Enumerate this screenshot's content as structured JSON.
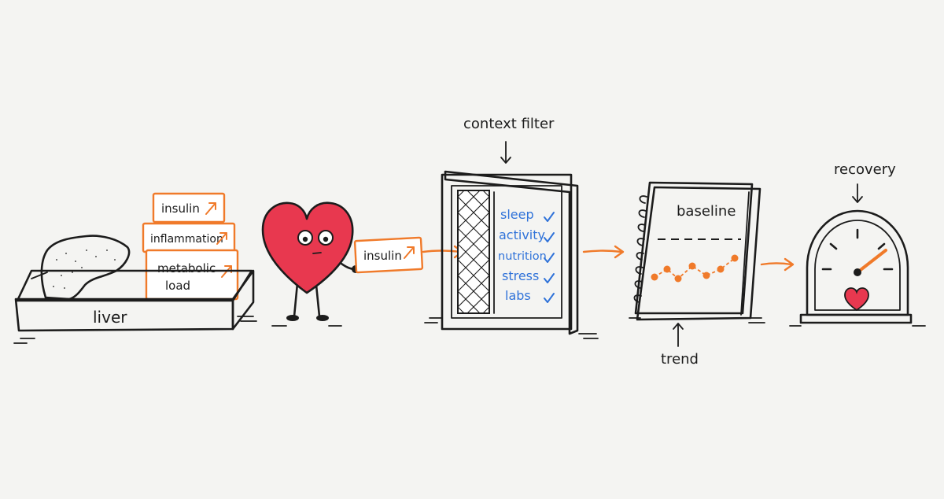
{
  "colors": {
    "ink": "#1c1c1c",
    "accent": "#f07a2a",
    "heart": "#e8384f",
    "checklist": "#2f72d9",
    "background": "#f4f4f2"
  },
  "liver": {
    "tray_label": "liver",
    "cards": [
      {
        "label": "insulin",
        "trend_icon": "arrow-up-right-icon"
      },
      {
        "label": "inflammation",
        "trend_icon": "arrow-up-right-icon"
      },
      {
        "label_line1": "metabolic",
        "label_line2": "load",
        "trend_icon": "arrow-up-right-icon"
      }
    ]
  },
  "heart": {
    "held_card_label": "insulin",
    "trend_icon": "arrow-up-right-icon"
  },
  "filter": {
    "title": "context filter",
    "checklist": [
      "sleep",
      "activity",
      "nutrition",
      "stress",
      "labs"
    ]
  },
  "notebook": {
    "title": "baseline",
    "caption": "trend"
  },
  "gauge": {
    "title": "recovery",
    "icon": "heart-icon"
  }
}
